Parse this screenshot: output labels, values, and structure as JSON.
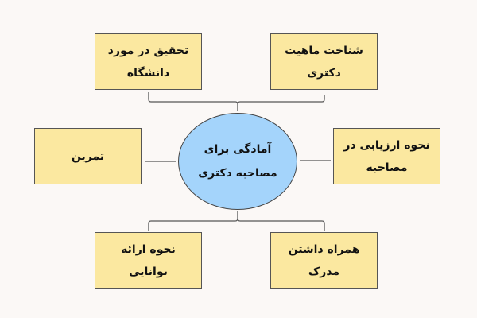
{
  "center": {
    "label": "آمادگی برای مصاحبه دکتری"
  },
  "nodes": {
    "top_left": "تحقیق در مورد دانشگاه",
    "top_right": "شناخت ماهیت دکتری",
    "middle_left": "تمرین",
    "middle_right": "نحوه ارزیابی در مصاحبه",
    "bottom_left": "نحوه ارائه توانایی",
    "bottom_right": "همراه داشتن مدرک"
  },
  "colors": {
    "box": "#fbe8a0",
    "center": "#a4d4fb",
    "background": "#fbf8f6"
  }
}
